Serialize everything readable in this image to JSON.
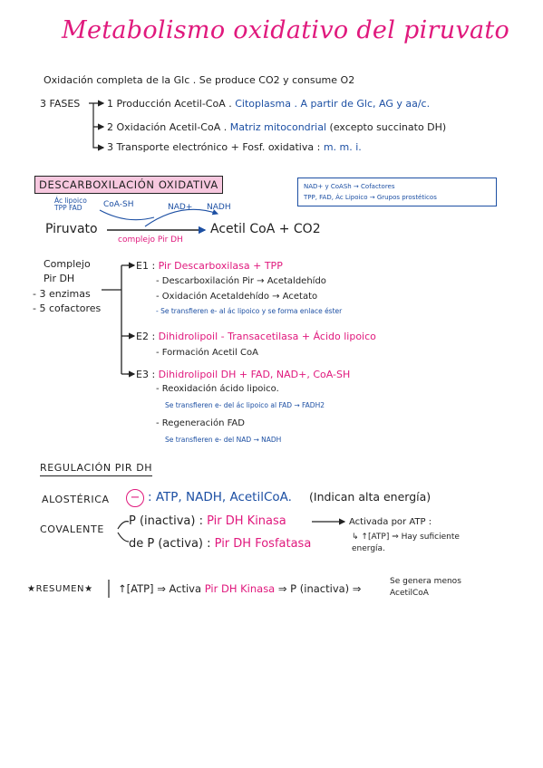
{
  "title": "Metabolismo oxidativo del piruvato",
  "intro": {
    "oxidation": "Oxidación completa de la Glc . Se produce CO2 y consume O2",
    "phases_label": "3 FASES",
    "phase1_prefix": "1 Producción Acetil-CoA .",
    "phase1_detail": "Citoplasma . A partir de Glc, AG y aa/c.",
    "phase2_prefix": "2 Oxidación Acetil-CoA .",
    "phase2_detail": "Matriz mitocondrial",
    "phase2_note": "(excepto succinato DH)",
    "phase3_prefix": "3 Transporte electrónico + Fosf. oxidativa :",
    "phase3_detail": "m. m. i."
  },
  "decarbox": {
    "header": "DESCARBOXILACIÓN OXIDATIVA",
    "cofactors_blue": "Ác lipoico TPP FAD",
    "coash": "CoA-SH",
    "nad": "NAD+",
    "nadh": "NADH",
    "piruvato": "Piruvato",
    "products": "Acetil CoA + CO2",
    "complex_label": "complejo Pir DH",
    "note_line1": "NAD+ y CoASh → Cofactores",
    "note_line2": "TPP, FAD, Ác Lipoico → Grupos prostéticos"
  },
  "complex": {
    "left_line1": "Complejo",
    "left_line2": "Pir DH",
    "left_line3": "- 3 enzimas",
    "left_line4": "- 5 cofactores",
    "e1_label": "E1 :",
    "e1_name": "Pir Descarboxilasa",
    "e1_cofactor": "+ TPP",
    "e1_step1": "- Descarboxilación Pir → Acetaldehído",
    "e1_step2": "- Oxidación Acetaldehído → Acetato",
    "e1_step3": "- Se transfieren e- al ác lipoico y se forma enlace éster",
    "e2_label": "E2 :",
    "e2_name": "Dihidrolipoil - Transacetilasa",
    "e2_cofactor": "+ Ácido lipoico",
    "e2_step1": "- Formación Acetil CoA",
    "e3_label": "E3 :",
    "e3_name": "Dihidrolipoil DH",
    "e3_cofactor": "+ FAD, NAD+, CoA-SH",
    "e3_step1": "- Reoxidación ácido lipoico.",
    "e3_step1b": "Se transfieren e- del ác lipoico al FAD → FADH2",
    "e3_step2": "- Regeneración FAD",
    "e3_step2b": "Se transfieren e- del NAD → NADH"
  },
  "regulation": {
    "header": "REGULACIÓN PIR DH",
    "allosteric_label": "ALOSTÉRICA",
    "minus_sign": "−",
    "allosteric_effectors": ": ATP, NADH, AcetilCoA.",
    "allosteric_note": "(Indican alta energía)",
    "covalent_label": "COVALENTE",
    "p_inactive": "P (inactiva) :",
    "kinase": "Pir DH Kinasa",
    "activated_by": "Activada por ATP :",
    "high_atp": "↳ ↑[ATP] ⇒ Hay suficiente energía.",
    "dep_active": "de P (activa) :",
    "phosphatase": "Pir DH Fosfatasa"
  },
  "summary": {
    "label": "★RESUMEN★",
    "part1": "↑[ATP] ⇒ Activa",
    "kinase": "Pir DH Kinasa",
    "part2": "⇒ P (inactiva) ⇒",
    "result_line1": "Se genera menos",
    "result_line2": "AcetilCoA"
  }
}
